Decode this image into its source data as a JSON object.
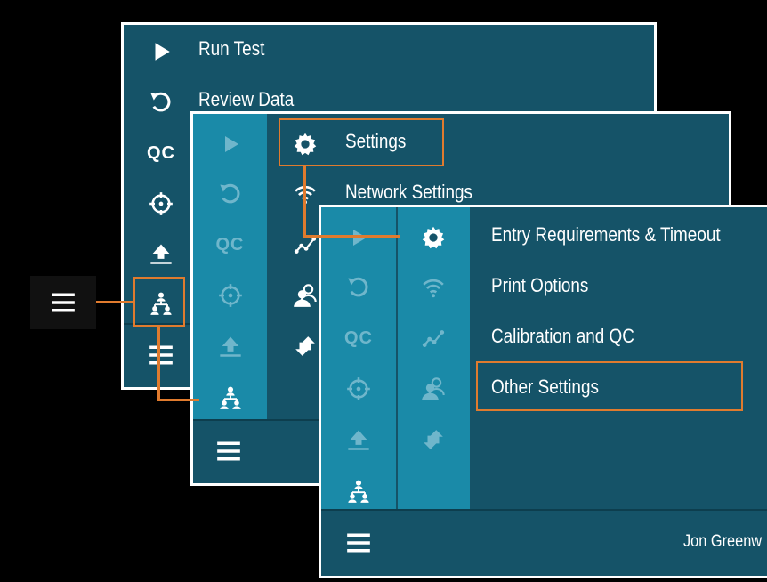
{
  "main_menu": {
    "items": [
      {
        "label": "Run Test",
        "icon": "play-icon"
      },
      {
        "label": "Review Data",
        "icon": "undo-icon"
      },
      {
        "label": "",
        "icon": "qc-icon",
        "text": "QC"
      },
      {
        "label": "",
        "icon": "crosshair-icon"
      },
      {
        "label": "",
        "icon": "upload-icon"
      },
      {
        "label": "",
        "icon": "org-chart-icon"
      }
    ]
  },
  "admin_menu": {
    "items": [
      {
        "label": "Settings",
        "icon": "gear-icon"
      },
      {
        "label": "Network Settings",
        "icon": "wifi-icon"
      },
      {
        "label": "",
        "icon": "trend-icon"
      },
      {
        "label": "",
        "icon": "users-icon"
      },
      {
        "label": "",
        "icon": "transfer-icon"
      }
    ]
  },
  "settings_menu": {
    "items": [
      {
        "label": "Entry Requirements & Timeout"
      },
      {
        "label": "Print Options"
      },
      {
        "label": "Calibration and QC"
      },
      {
        "label": "Other Settings"
      }
    ],
    "user_name": "Jon Greenw"
  },
  "colors": {
    "panel": "#155368",
    "rail_light": "#1a8aa8",
    "highlight": "#e07b2e",
    "dim_icon": "#6fb6cb"
  }
}
